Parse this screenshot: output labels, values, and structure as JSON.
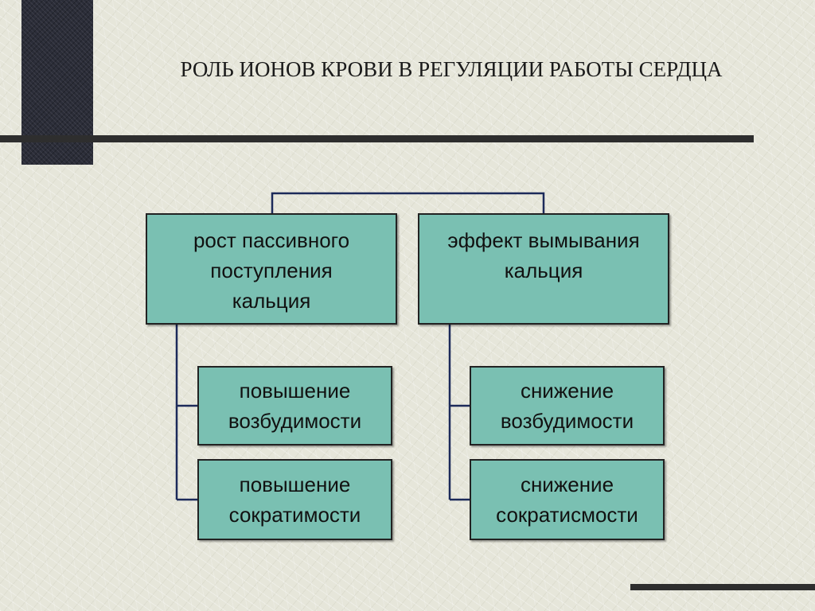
{
  "title": "РОЛЬ ИОНОВ КРОВИ В РЕГУЛЯЦИИ РАБОТЫ СЕРДЦА",
  "colors": {
    "box_fill": "#7ac0b2",
    "box_border": "#222222",
    "connector": "#1c2a5a",
    "background": "#e6e6da",
    "accent_dark": "#2b2d38"
  },
  "diagram": {
    "left_branch": {
      "label": "рост пассивного\nпоступления\nкальция",
      "children": [
        "повышение\nвозбудимости",
        "повышение\nсократимости"
      ]
    },
    "right_branch": {
      "label": "эффект вымывания\nкальция",
      "children": [
        "снижение\nвозбудимости",
        "снижение\nсократисмости"
      ]
    }
  }
}
